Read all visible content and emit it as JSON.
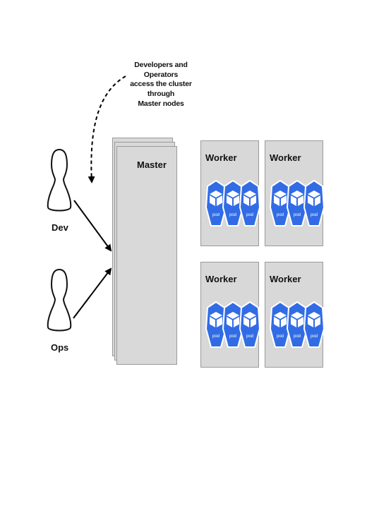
{
  "annotation": {
    "lines": [
      "Developers and Operators",
      "access the cluster through",
      "Master nodes"
    ]
  },
  "users": [
    {
      "label": "Dev"
    },
    {
      "label": "Ops"
    }
  ],
  "master": {
    "title": "Master"
  },
  "workers": [
    {
      "title": "Worker",
      "pods": [
        "pod",
        "pod",
        "pod"
      ]
    },
    {
      "title": "Worker",
      "pods": [
        "pod",
        "pod",
        "pod"
      ]
    },
    {
      "title": "Worker",
      "pods": [
        "pod",
        "pod",
        "pod"
      ]
    },
    {
      "title": "Worker",
      "pods": [
        "pod",
        "pod",
        "pod"
      ]
    }
  ],
  "colors": {
    "pod_blue": "#326ce5",
    "node_gray": "#d9d9d9",
    "border_gray": "#9a9a9a"
  },
  "icons": {
    "person": "person-outline-icon",
    "pod": "kubernetes-pod-icon"
  }
}
